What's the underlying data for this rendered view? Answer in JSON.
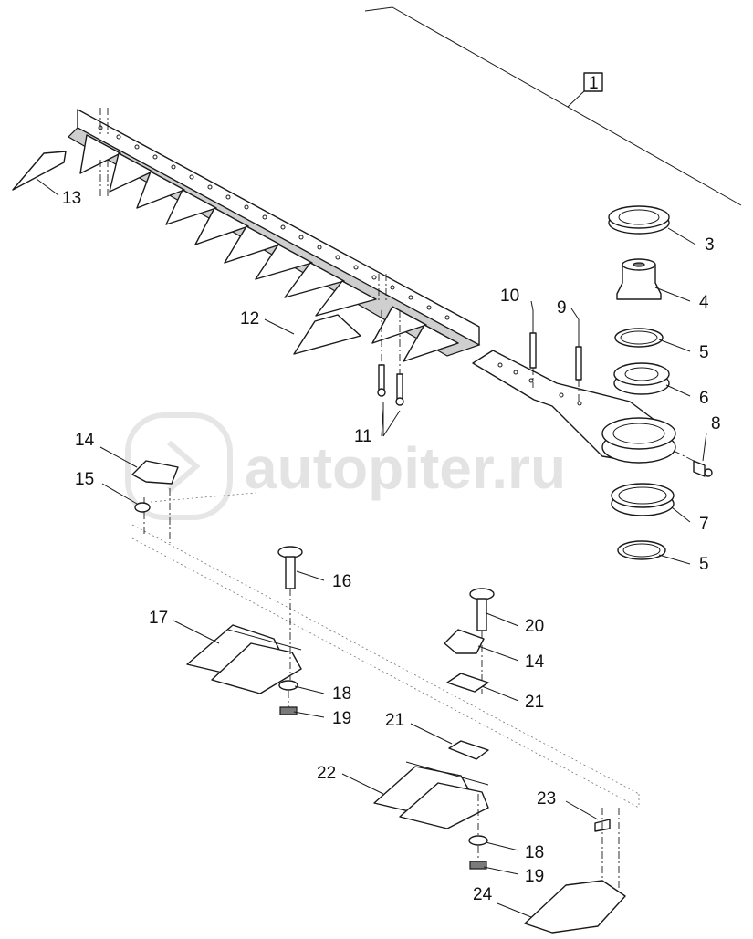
{
  "watermark": {
    "text": "autopiter.ru"
  },
  "callouts": {
    "c1": "1",
    "c3": "3",
    "c4": "4",
    "c5a": "5",
    "c5b": "5",
    "c6": "6",
    "c7": "7",
    "c8": "8",
    "c9": "9",
    "c10": "10",
    "c11": "11",
    "c12": "12",
    "c13": "13",
    "c14a": "14",
    "c14b": "14",
    "c15": "15",
    "c16": "16",
    "c17": "17",
    "c18a": "18",
    "c18b": "18",
    "c19a": "19",
    "c19b": "19",
    "c20": "20",
    "c21a": "21",
    "c21b": "21",
    "c22": "22",
    "c23": "23",
    "c24": "24"
  }
}
